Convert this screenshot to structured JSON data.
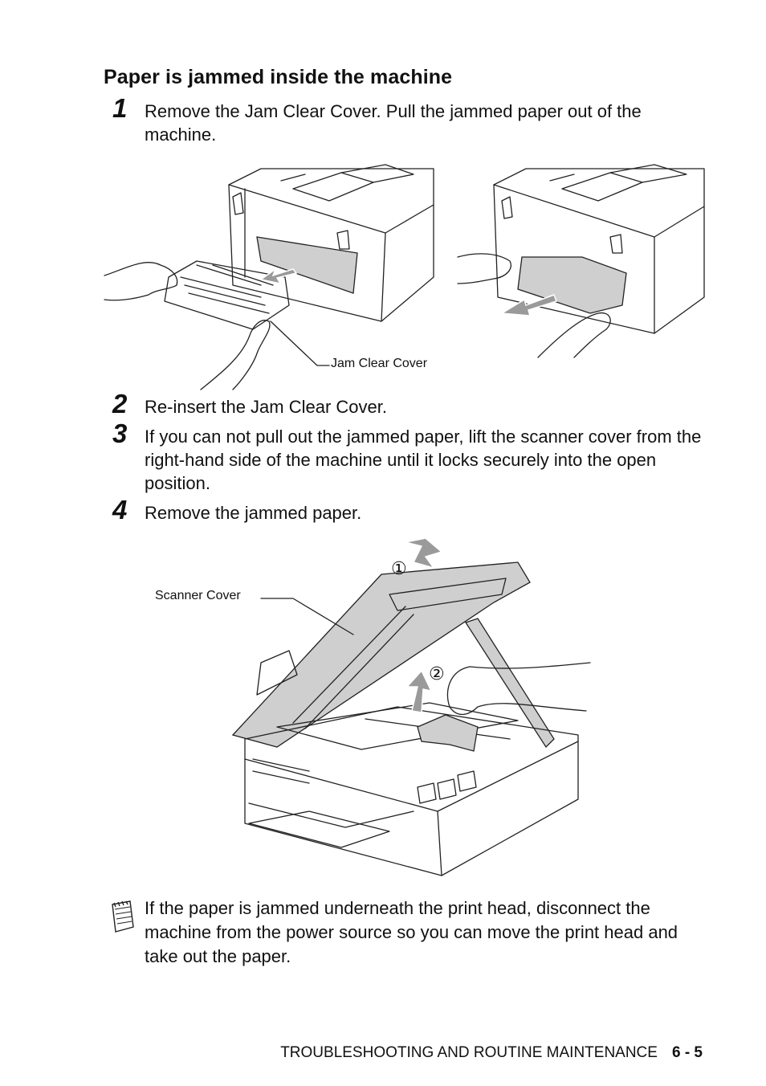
{
  "heading": "Paper is jammed inside the machine",
  "steps": [
    {
      "num": "1",
      "text": "Remove the Jam Clear Cover. Pull the jammed paper out of the machine."
    },
    {
      "num": "2",
      "text": "Re-insert the Jam Clear Cover."
    },
    {
      "num": "3",
      "text": "If you can not pull out the jammed paper, lift the scanner cover from the right-hand side of the machine until it locks securely into the open position."
    },
    {
      "num": "4",
      "text": "Remove the jammed paper."
    }
  ],
  "figure1": {
    "callout": "Jam Clear Cover"
  },
  "figure2": {
    "callout": "Scanner Cover",
    "marker1": "①",
    "marker2": "②"
  },
  "note": {
    "icon": "memo-pad-icon",
    "text": "If the paper is jammed underneath the print head, disconnect the machine from the power source so you can move the print head and take out the paper."
  },
  "footer": {
    "section": "TROUBLESHOOTING AND ROUTINE MAINTENANCE",
    "page": "6 - 5"
  }
}
